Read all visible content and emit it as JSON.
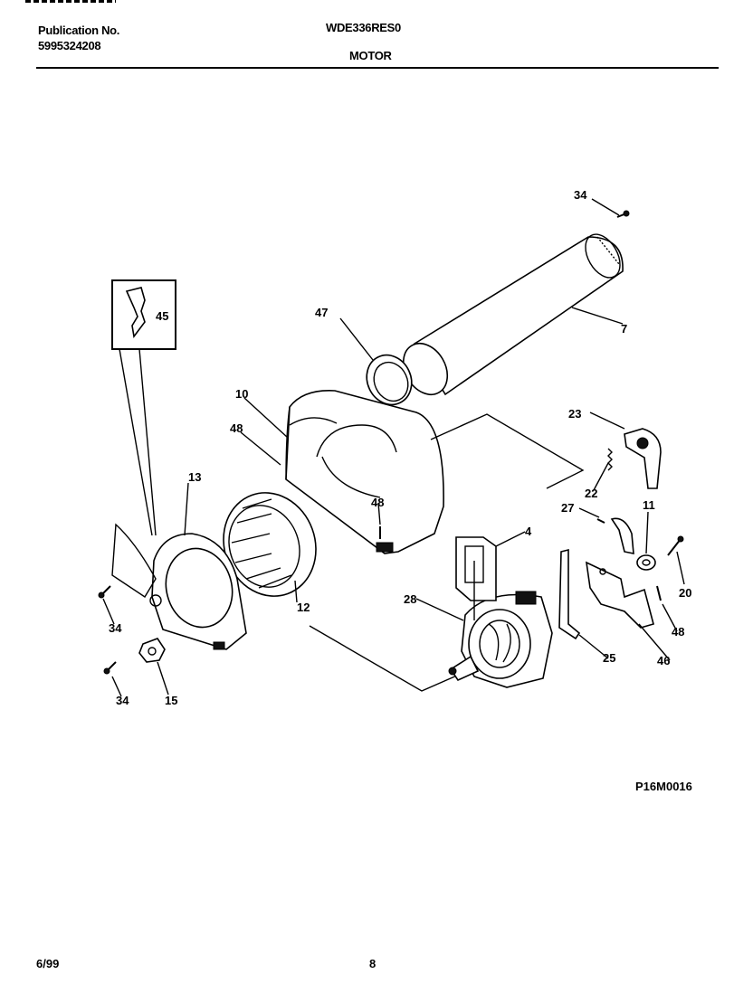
{
  "header": {
    "publication_label": "Publication No.",
    "publication_number": "5995324208",
    "model": "WDE336RES0",
    "section": "MOTOR"
  },
  "diagram": {
    "code": "P16M0016",
    "callouts": [
      "34",
      "7",
      "47",
      "10",
      "48",
      "45",
      "13",
      "12",
      "48",
      "23",
      "22",
      "27",
      "11",
      "4",
      "20",
      "28",
      "48",
      "25",
      "46",
      "34",
      "34",
      "15"
    ]
  },
  "footer": {
    "date": "6/99",
    "page": "8"
  }
}
